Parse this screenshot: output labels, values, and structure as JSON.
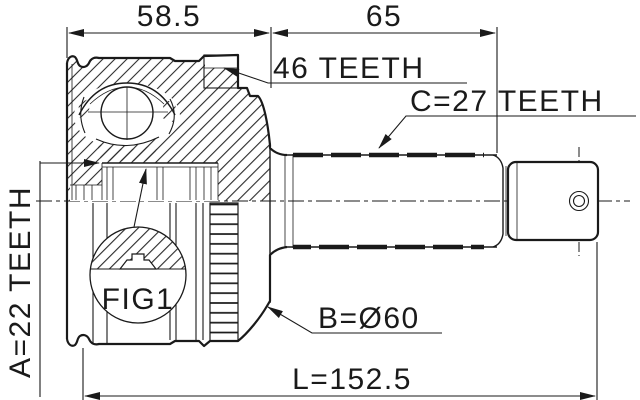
{
  "drawing": {
    "labels": {
      "dim_width_left": "58.5",
      "dim_width_right": "65",
      "abs_ring_teeth": "46 TEETH",
      "shaft_spline_teeth": "C=27 TEETH",
      "inner_spline_teeth": "A=22 TEETH",
      "outer_diameter": "B=Ø60",
      "overall_length": "L=152.5",
      "detail_label": "FIG1"
    },
    "colors": {
      "ink": "#1a1a1a",
      "paper": "#ffffff"
    }
  }
}
